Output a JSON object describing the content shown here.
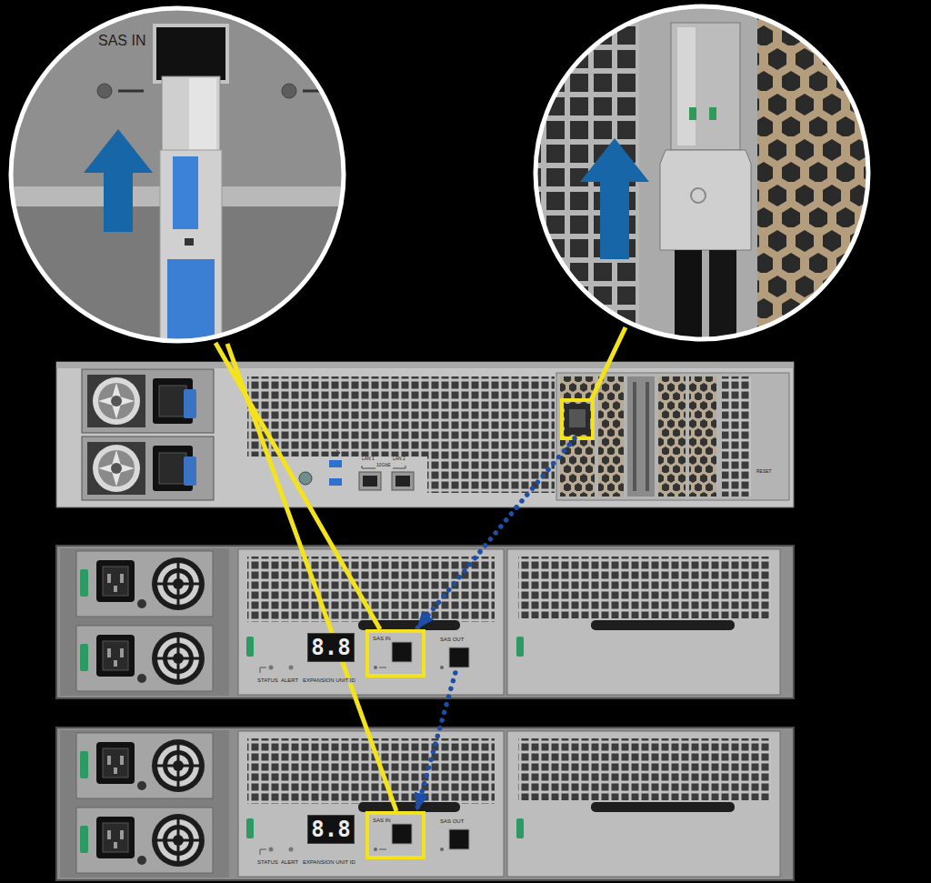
{
  "diagram": {
    "nodes": [
      {
        "text": [
          "LAN 1",
          "LAN 2",
          "10GbE",
          "RESET"
        ]
      },
      {
        "text": [
          "STATUS",
          "ALERT",
          "EXPANSION UNIT ID"
        ]
      },
      {
        "text": [
          "8.8"
        ],
        "in": 1
      },
      {
        "text": [
          "SAS IN"
        ],
        "in": 1
      },
      {
        "text": [
          "SAS OUT"
        ],
        "in": 1
      },
      {
        "text": [
          "STATUS",
          "ALERT",
          "EXPANSION UNIT ID"
        ]
      },
      {
        "text": [
          "8.8"
        ],
        "in": 5
      },
      {
        "text": [
          "SAS IN"
        ],
        "in": 5
      },
      {
        "text": [
          "SAS OUT"
        ],
        "in": 5
      }
    ],
    "edges": [
      {
        "from": 0,
        "to": 3,
        "arrow": "to"
      },
      {
        "from": 4,
        "to": 7,
        "arrow": "to"
      }
    ],
    "labels": [
      "SAS IN"
    ]
  }
}
